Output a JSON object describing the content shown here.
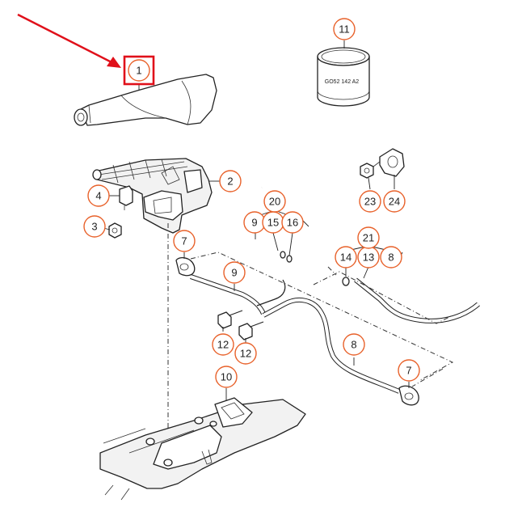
{
  "diagram": {
    "callouts": [
      {
        "id": "c1",
        "label": "1"
      },
      {
        "id": "c2",
        "label": "2"
      },
      {
        "id": "c3",
        "label": "3"
      },
      {
        "id": "c4",
        "label": "4"
      },
      {
        "id": "c7a",
        "label": "7"
      },
      {
        "id": "c7b",
        "label": "7"
      },
      {
        "id": "c8a",
        "label": "8"
      },
      {
        "id": "c8b",
        "label": "8"
      },
      {
        "id": "c9a",
        "label": "9"
      },
      {
        "id": "c9b",
        "label": "9"
      },
      {
        "id": "c10",
        "label": "10"
      },
      {
        "id": "c11",
        "label": "11"
      },
      {
        "id": "c12a",
        "label": "12"
      },
      {
        "id": "c12b",
        "label": "12"
      },
      {
        "id": "c13",
        "label": "13"
      },
      {
        "id": "c14",
        "label": "14"
      },
      {
        "id": "c15",
        "label": "15"
      },
      {
        "id": "c16",
        "label": "16"
      },
      {
        "id": "c20",
        "label": "20"
      },
      {
        "id": "c21",
        "label": "21"
      },
      {
        "id": "c23",
        "label": "23"
      },
      {
        "id": "c24",
        "label": "24"
      }
    ],
    "part_code": "GO52 142 A2",
    "highlighted_part": "1",
    "colors": {
      "callout_ring": "#e8612a",
      "highlight": "#e0101a",
      "ink": "#222222"
    }
  }
}
